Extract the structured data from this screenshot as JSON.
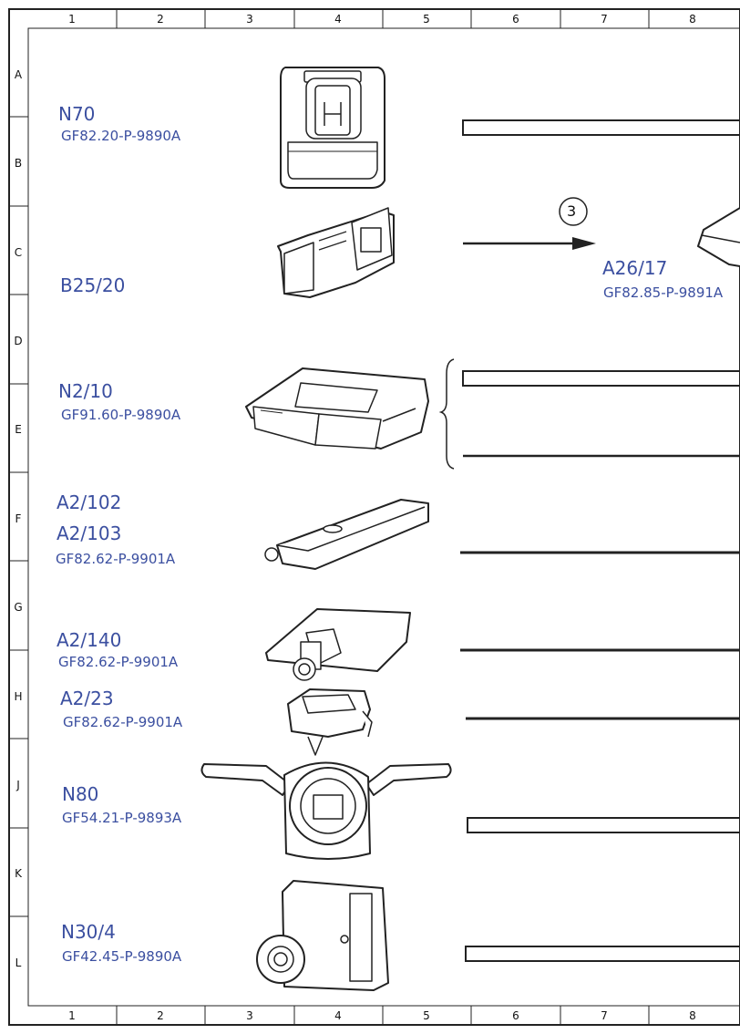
{
  "grid": {
    "columns": [
      "1",
      "2",
      "3",
      "4",
      "5",
      "6",
      "7",
      "8"
    ],
    "rows": [
      "A",
      "B",
      "C",
      "D",
      "E",
      "F",
      "G",
      "H",
      "J",
      "K",
      "L"
    ]
  },
  "callout": "3",
  "components": [
    {
      "code": "N70",
      "ref": "GF82.20-P-9890A"
    },
    {
      "code": "B25/20",
      "ref": ""
    },
    {
      "code": "N2/10",
      "ref": "GF91.60-P-9890A"
    },
    {
      "code": "A2/102",
      "ref": ""
    },
    {
      "code": "A2/103",
      "ref": "GF82.62-P-9901A"
    },
    {
      "code": "A2/140",
      "ref": "GF82.62-P-9901A"
    },
    {
      "code": "A2/23",
      "ref": "GF82.62-P-9901A"
    },
    {
      "code": "N80",
      "ref": "GF54.21-P-9893A"
    },
    {
      "code": "N30/4",
      "ref": "GF42.45-P-9890A"
    }
  ],
  "right_component": {
    "code": "A26/17",
    "ref": "GF82.85-P-9891A"
  }
}
